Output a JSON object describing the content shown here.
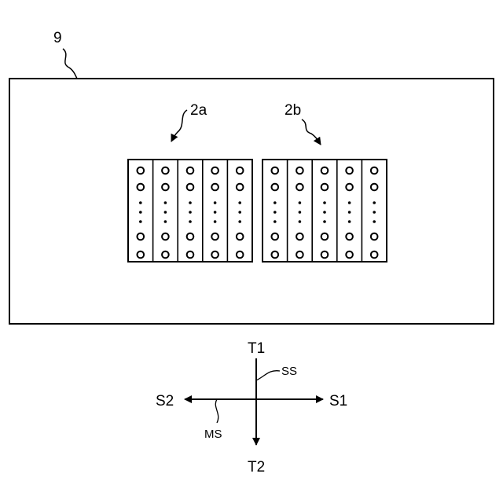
{
  "labels": {
    "board": "9",
    "module_a": "2a",
    "module_b": "2b",
    "t1": "T1",
    "t2": "T2",
    "s1": "S1",
    "s2": "S2",
    "ss": "SS",
    "ms": "MS"
  },
  "modules": [
    {
      "id": "2a",
      "columns": 5
    },
    {
      "id": "2b",
      "columns": 5
    }
  ],
  "column_pattern": [
    "circle",
    "circle",
    "dot",
    "dot",
    "dot",
    "circle",
    "circle"
  ]
}
